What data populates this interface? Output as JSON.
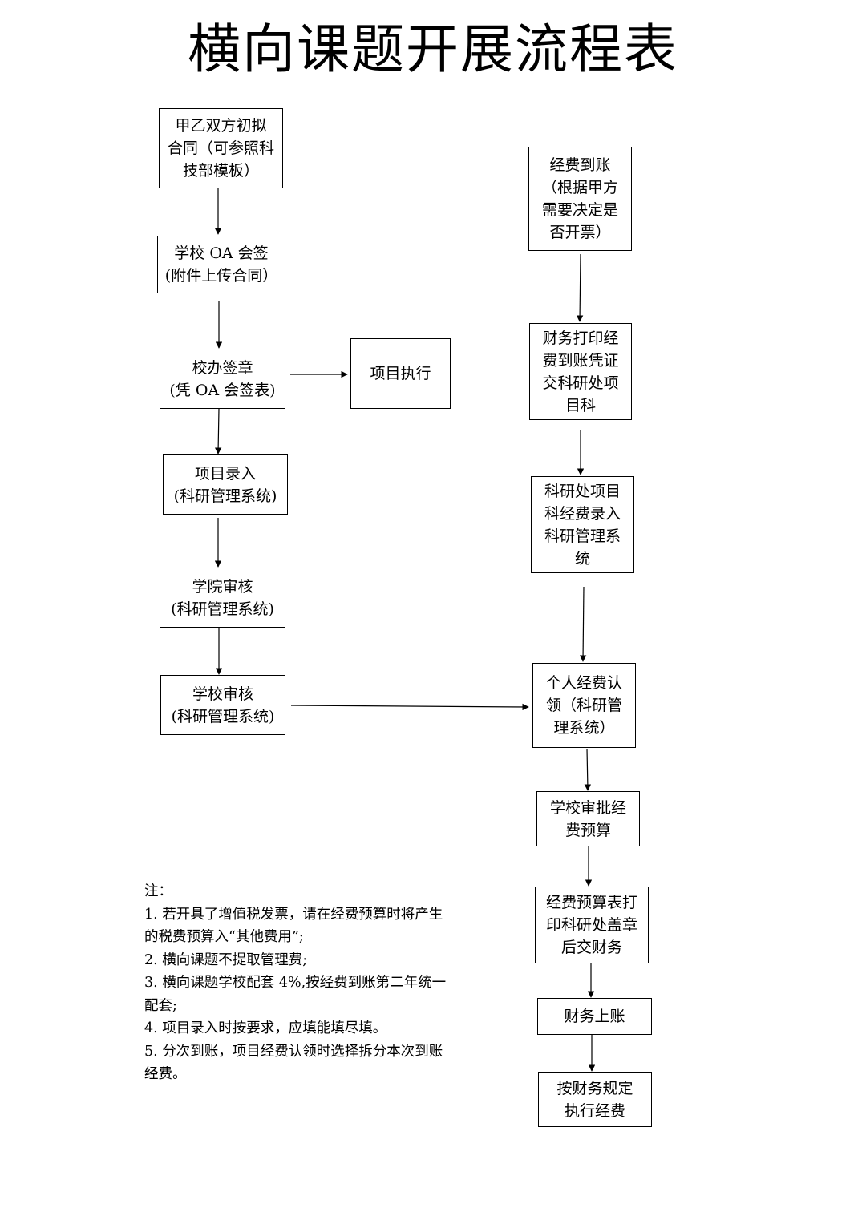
{
  "title": "横向课题开展流程表",
  "left_flow": [
    {
      "id": "draft",
      "text": "甲乙双方初拟\n合同（可参照科\n技部模板）"
    },
    {
      "id": "oa",
      "text": "学校 OA 会签\n(附件上传合同）"
    },
    {
      "id": "seal",
      "text": "校办签章\n(凭 OA 会签表)"
    },
    {
      "id": "entry",
      "text": "项目录入\n(科研管理系统)"
    },
    {
      "id": "college",
      "text": "学院审核\n(科研管理系统)"
    },
    {
      "id": "school",
      "text": "学校审核\n(科研管理系统)"
    }
  ],
  "side_box": {
    "text": "项目执行"
  },
  "right_flow": [
    {
      "id": "arrive",
      "text": "经费到账\n（根据甲方\n需要决定是\n否开票）"
    },
    {
      "id": "print",
      "text": "财务打印经\n费到账凭证\n交科研处项\n目科"
    },
    {
      "id": "record",
      "text": "科研处项目\n科经费录入\n科研管理系\n统"
    },
    {
      "id": "claim",
      "text": "个人经费认\n领（科研管\n理系统）"
    },
    {
      "id": "approve",
      "text": "学校审批经\n费预算"
    },
    {
      "id": "budget",
      "text": "经费预算表打\n印科研处盖章\n后交财务"
    },
    {
      "id": "post",
      "text": "财务上账"
    },
    {
      "id": "execute",
      "text": "按财务规定\n执行经费"
    }
  ],
  "notes": {
    "heading": "注：",
    "items": [
      "1.  若开具了增值税发票，请在经费预算时将产生的税费预算入“其他费用”;",
      "2.  横向课题不提取管理费;",
      "3.  横向课题学校配套 4%,按经费到账第二年统一配套;",
      "4.  项目录入时按要求，应填能填尽填。",
      "5.  分次到账，项目经费认领时选择拆分本次到账经费。"
    ]
  }
}
